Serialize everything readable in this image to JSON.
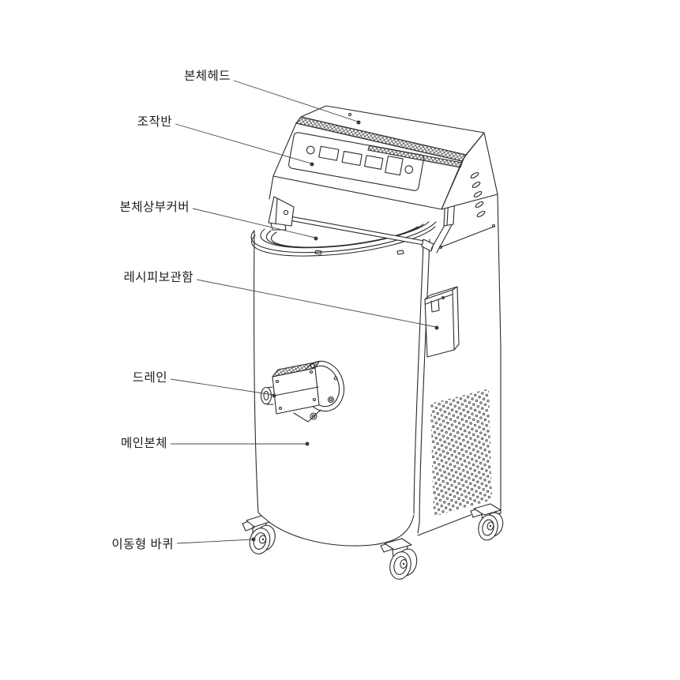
{
  "diagram": {
    "type": "labeled-parts-illustration",
    "subject": "floor-standing machine with control head, kettle body and casters",
    "colors": {
      "background": "#ffffff",
      "line": "#2b2b2b",
      "leader": "#4a4a4a",
      "dot": "#3a3a3a"
    },
    "parts": [
      {
        "id": "body-head",
        "label": "본체헤드"
      },
      {
        "id": "control-panel",
        "label": "조작반"
      },
      {
        "id": "body-upper-cover",
        "label": "본체상부커버"
      },
      {
        "id": "recipe-storage",
        "label": "레시피보관함"
      },
      {
        "id": "drain",
        "label": "드레인"
      },
      {
        "id": "main-body",
        "label": "메인본체"
      },
      {
        "id": "casters",
        "label": "이동형 바퀴"
      }
    ]
  }
}
